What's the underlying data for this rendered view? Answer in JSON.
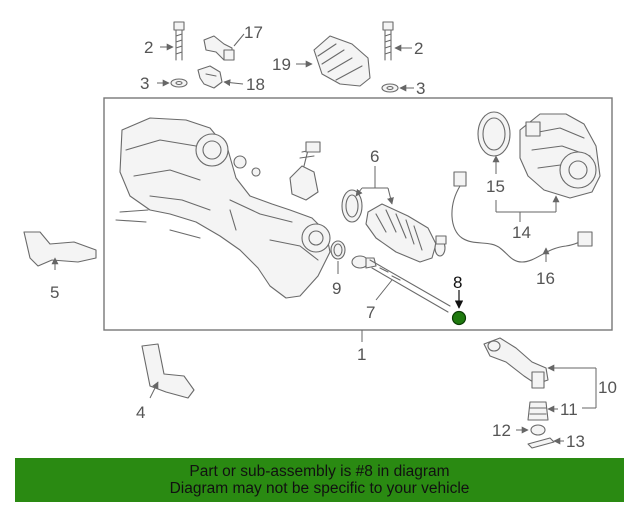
{
  "diagram": {
    "callouts": {
      "c1": "1",
      "c2a": "2",
      "c2b": "2",
      "c3a": "3",
      "c3b": "3",
      "c4": "4",
      "c5": "5",
      "c6": "6",
      "c7": "7",
      "c8": "8",
      "c9": "9",
      "c10": "10",
      "c11": "11",
      "c12": "12",
      "c13": "13",
      "c14": "14",
      "c15": "15",
      "c16": "16",
      "c17": "17",
      "c18": "18",
      "c19": "19"
    },
    "highlight_color": "#1f7a0f",
    "line_color": "#666666"
  },
  "banner": {
    "line1": "Part or sub-assembly is #8 in diagram",
    "line2": "Diagram may not be specific to your vehicle",
    "background": "#2a8a12"
  }
}
